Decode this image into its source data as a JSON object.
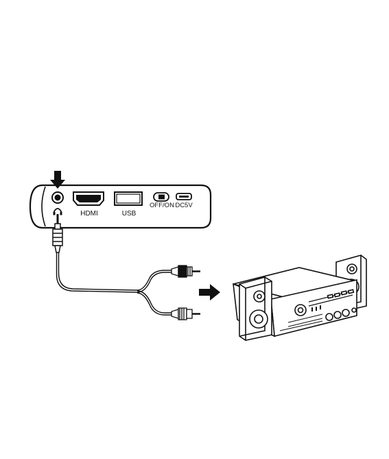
{
  "device": {
    "ports": {
      "hdmi": "HDMI",
      "usb": "USB",
      "switch": "OFF/ON",
      "power": "DC5V"
    }
  },
  "colors": {
    "ink": "#111111",
    "background": "#ffffff",
    "gray": "#9a9a9a"
  },
  "icons": {
    "indicator_arrow": "arrow-down-icon",
    "headphone": "headphone-icon",
    "direction_arrow": "arrow-right-icon"
  }
}
